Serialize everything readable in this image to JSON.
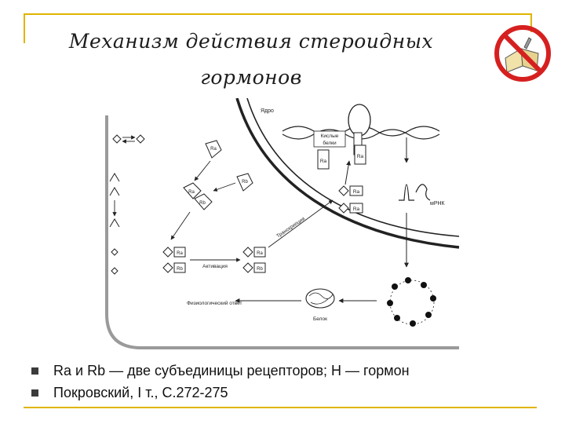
{
  "slide": {
    "title_line1": "Механизм действия стероидных",
    "title_line2": "гормонов"
  },
  "diagram": {
    "labels": {
      "nucleus": "Ядро",
      "acidic_proteins_1": "Кислые",
      "acidic_proteins_2": "белки",
      "mrna": "мРНК",
      "transcription": "Транскрипция",
      "activation": "Активация",
      "physiological_response": "Физиологический ответ",
      "protein": "Белок",
      "ra": "Ra",
      "rb": "Rb"
    }
  },
  "bullets": [
    "Ra и Rb — две субъединицы рецепторов; H — гормон",
    "Покровский, I т., С.272-275"
  ],
  "colors": {
    "accent": "#e0b400",
    "icon_red": "#d62020",
    "book": "#e8d9a0"
  },
  "icons": {
    "prohibited_book": "no-book-icon"
  }
}
